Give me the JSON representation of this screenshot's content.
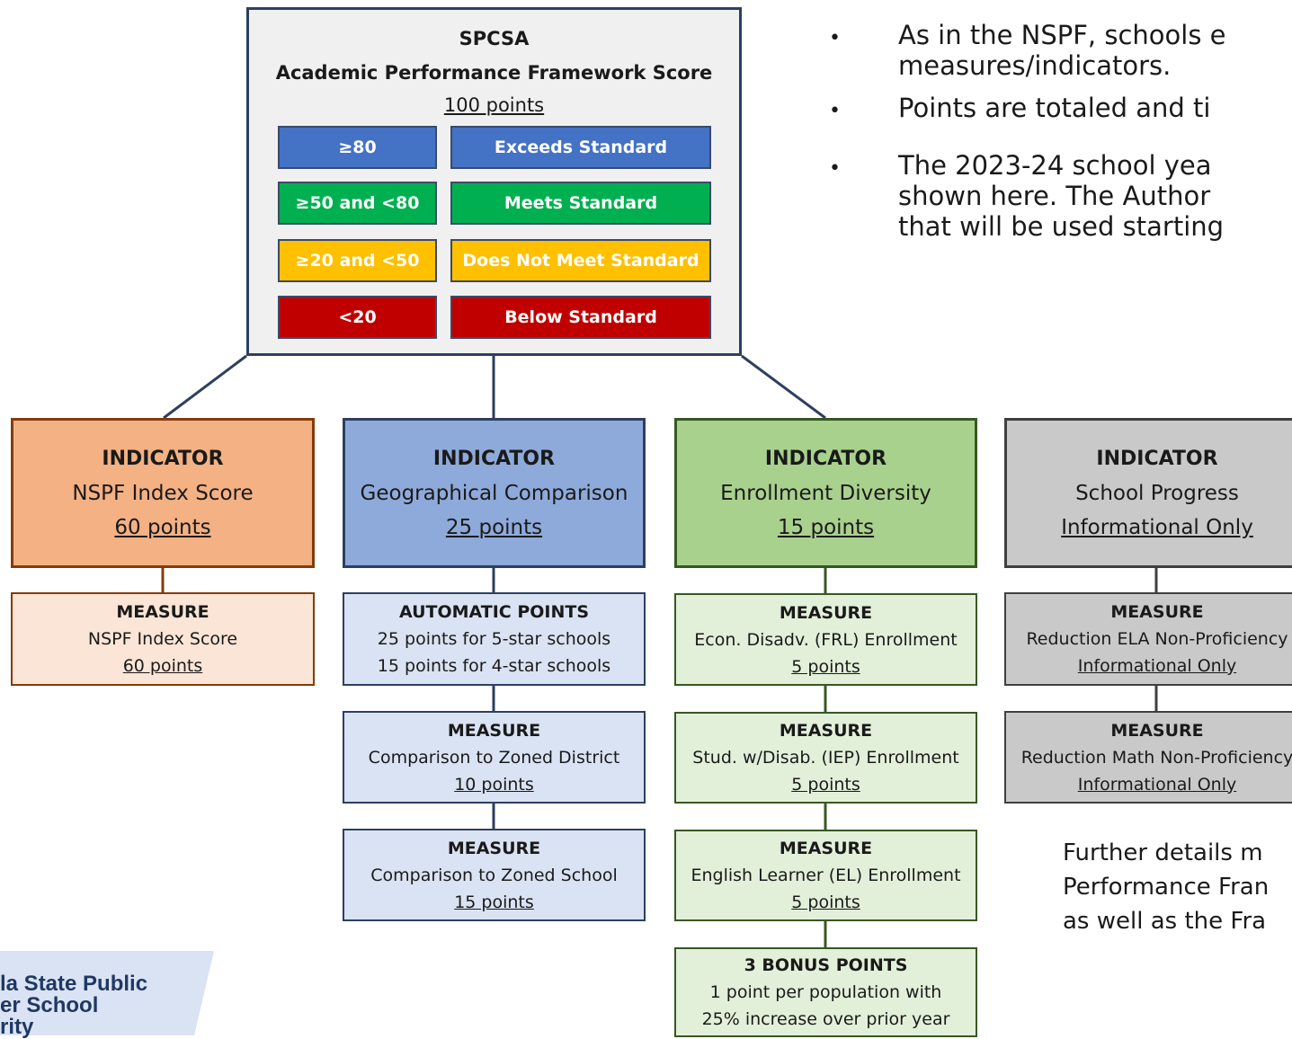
{
  "framework": {
    "title": "SPCSA",
    "subtitle": "Academic Performance Framework Score",
    "points": "100 points",
    "ratings": [
      {
        "range": "≥80",
        "label": "Exceeds Standard",
        "color": "#4472c4"
      },
      {
        "range": "≥50 and <80",
        "label": "Meets Standard",
        "color": "#00b050"
      },
      {
        "range": "≥20 and <50",
        "label": "Does Not Meet Standard",
        "color": "#ffc000"
      },
      {
        "range": "<20",
        "label": "Below Standard",
        "color": "#c00000"
      }
    ]
  },
  "bullets": [
    {
      "line1": "As in the NSPF, schools e",
      "line2": "measures/indicators."
    },
    {
      "line1": "Points are totaled and ti",
      "line2": ""
    },
    {
      "line1": "The 2023-24 school yea",
      "line2": "shown here. The Author",
      "line3": "that will be used starting"
    }
  ],
  "indicators": [
    {
      "heading": "INDICATOR",
      "name": "NSPF Index Score",
      "points": "60 points",
      "measures": [
        {
          "heading": "MEASURE",
          "name": "NSPF Index Score",
          "points": "60 points"
        }
      ]
    },
    {
      "heading": "INDICATOR",
      "name": "Geographical Comparison",
      "points": "25 points",
      "measures": [
        {
          "heading": "AUTOMATIC POINTS",
          "line1": "25 points for 5-star schools",
          "line2": "15 points for 4-star schools"
        },
        {
          "heading": "MEASURE",
          "name": "Comparison to Zoned District",
          "points": "10 points"
        },
        {
          "heading": "MEASURE",
          "name": "Comparison to Zoned School",
          "points": "15 points"
        }
      ]
    },
    {
      "heading": "INDICATOR",
      "name": "Enrollment Diversity",
      "points": "15 points",
      "measures": [
        {
          "heading": "MEASURE",
          "name": "Econ. Disadv. (FRL) Enrollment",
          "points": "5 points"
        },
        {
          "heading": "MEASURE",
          "name": "Stud. w/Disab. (IEP) Enrollment",
          "points": "5 points"
        },
        {
          "heading": "MEASURE",
          "name": "English Learner (EL) Enrollment",
          "points": "5 points"
        },
        {
          "heading": "3 BONUS POINTS",
          "line1": "1 point per population with",
          "line2": "25% increase over prior year"
        }
      ]
    },
    {
      "heading": "INDICATOR",
      "name": "School Progress",
      "points": "Informational Only",
      "measures": [
        {
          "heading": "MEASURE",
          "name": "Reduction ELA Non-Proficiency",
          "points": "Informational Only"
        },
        {
          "heading": "MEASURE",
          "name": "Reduction Math Non-Proficiency",
          "points": "Informational Only"
        }
      ]
    }
  ],
  "footer": {
    "line1": "Further details m",
    "line2": "Performance Fran",
    "line3": "as well as the Fra"
  },
  "logo": {
    "line1": "la State Public",
    "line2": "er School",
    "line3": "rity",
    "band_color": "#dae3f3"
  }
}
